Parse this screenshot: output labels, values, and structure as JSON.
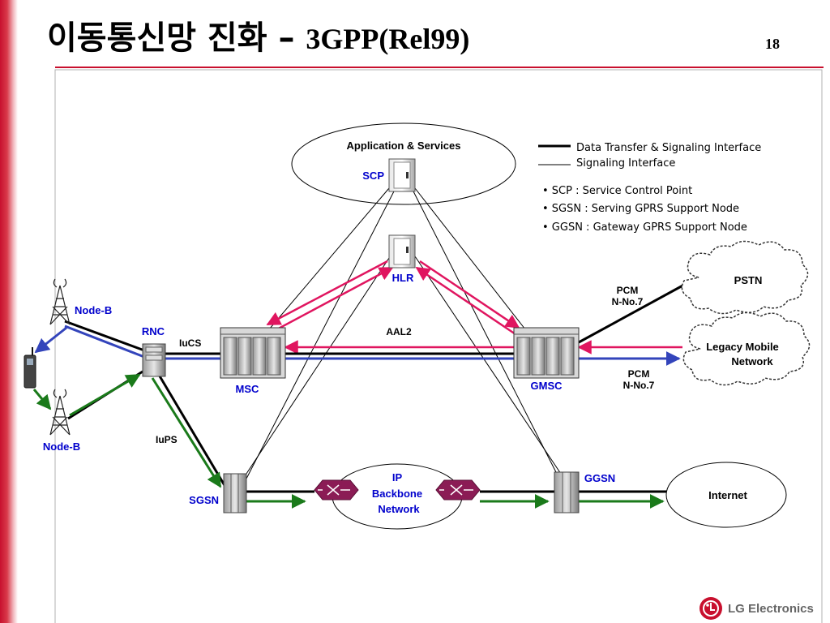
{
  "slide": {
    "title_korean": "이동통신망 진화",
    "title_dash": " – ",
    "title_english": "3GPP(Rel99)",
    "page_number": "18"
  },
  "legend": {
    "thick_line": "Data Transfer & Signaling Interface",
    "thin_line": "Signaling Interface",
    "definitions": [
      "• SCP : Service Control Point",
      "• SGSN : Serving GPRS Support Node",
      "• GGSN : Gateway GPRS Support Node"
    ]
  },
  "nodes": {
    "app_services": "Application & Services",
    "scp": "SCP",
    "hlr": "HLR",
    "node_b_top": "Node-B",
    "node_b_bottom": "Node-B",
    "rnc": "RNC",
    "msc": "MSC",
    "gmsc": "GMSC",
    "sgsn": "SGSN",
    "ggsn": "GGSN",
    "ip_backbone": [
      "IP",
      "Backbone",
      "Network"
    ],
    "pstn": "PSTN",
    "legacy_mobile": [
      "Legacy Mobile",
      "Network"
    ],
    "internet": "Internet"
  },
  "links": {
    "iucs": "IuCS",
    "iups": "IuPS",
    "aal2": "AAL2",
    "pcm_top": [
      "PCM",
      "N-No.7"
    ],
    "pcm_bottom": [
      "PCM",
      "N-No.7"
    ]
  },
  "footer": {
    "logo_text": "LG Electronics"
  },
  "colors": {
    "accent_red": "#c8102e",
    "pink_arrow": "#e0155f",
    "blue_line": "#3344bb",
    "green_line": "#1a7a1a",
    "node_label_blue": "#0000cc"
  },
  "_uncertain": [
    "nodes.ip_backbone"
  ]
}
